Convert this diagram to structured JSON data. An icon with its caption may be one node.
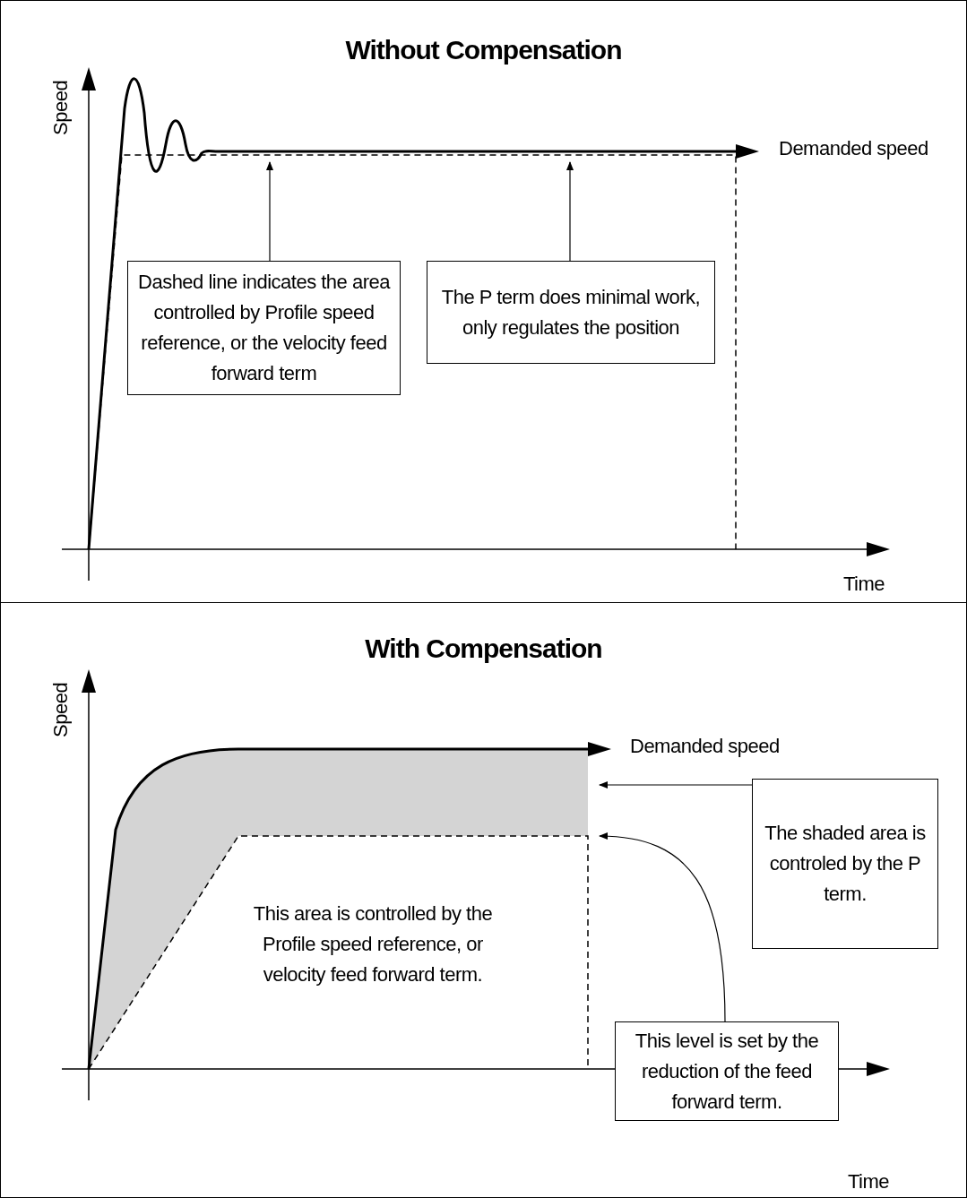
{
  "diagram": {
    "nodes": [
      {
        "text": [
          "Without Compensation"
        ]
      },
      {
        "text": [
          "Dashed line indicates the area controlled by Profile speed reference, or the velocity feed forward term"
        ],
        "in": 0
      },
      {
        "text": [
          "The P term does minimal work, only regulates the position"
        ],
        "in": 0
      },
      {
        "text": [
          "With Compensation"
        ]
      },
      {
        "text": [
          "The shaded area is controled by the P term."
        ],
        "in": 3
      },
      {
        "text": [
          "This level is set by the reduction of the feed forward term."
        ],
        "in": 3
      }
    ],
    "edges": [
      {
        "from": 1,
        "to": null,
        "arrow": "to"
      },
      {
        "from": 2,
        "to": null,
        "arrow": "to"
      },
      {
        "from": 4,
        "to": null,
        "arrow": "to"
      },
      {
        "from": 5,
        "to": null,
        "arrow": "to"
      }
    ],
    "labels": [
      "Speed",
      "Demanded speed",
      "Time",
      "Speed",
      "Demanded speed",
      "This area is controlled by the Profile speed reference, or velocity feed forward term.",
      "Time"
    ]
  }
}
